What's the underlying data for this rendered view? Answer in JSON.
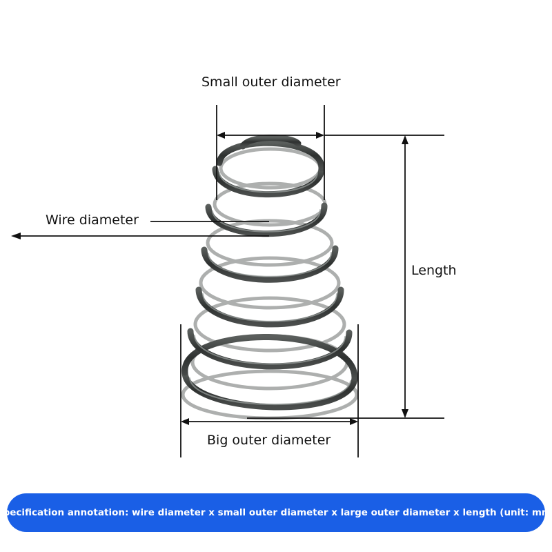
{
  "labels": {
    "small_outer_diameter": "Small outer diameter",
    "wire_diameter": "Wire diameter",
    "length": "Length",
    "big_outer_diameter": "Big outer diameter"
  },
  "banner": {
    "text": "Specification annotation: wire diameter x small outer diameter x large outer diameter x length (unit: mm)"
  },
  "colors": {
    "banner": "#1a5fe6",
    "line": "#111111",
    "spring_wire": "#3a3d3c"
  }
}
